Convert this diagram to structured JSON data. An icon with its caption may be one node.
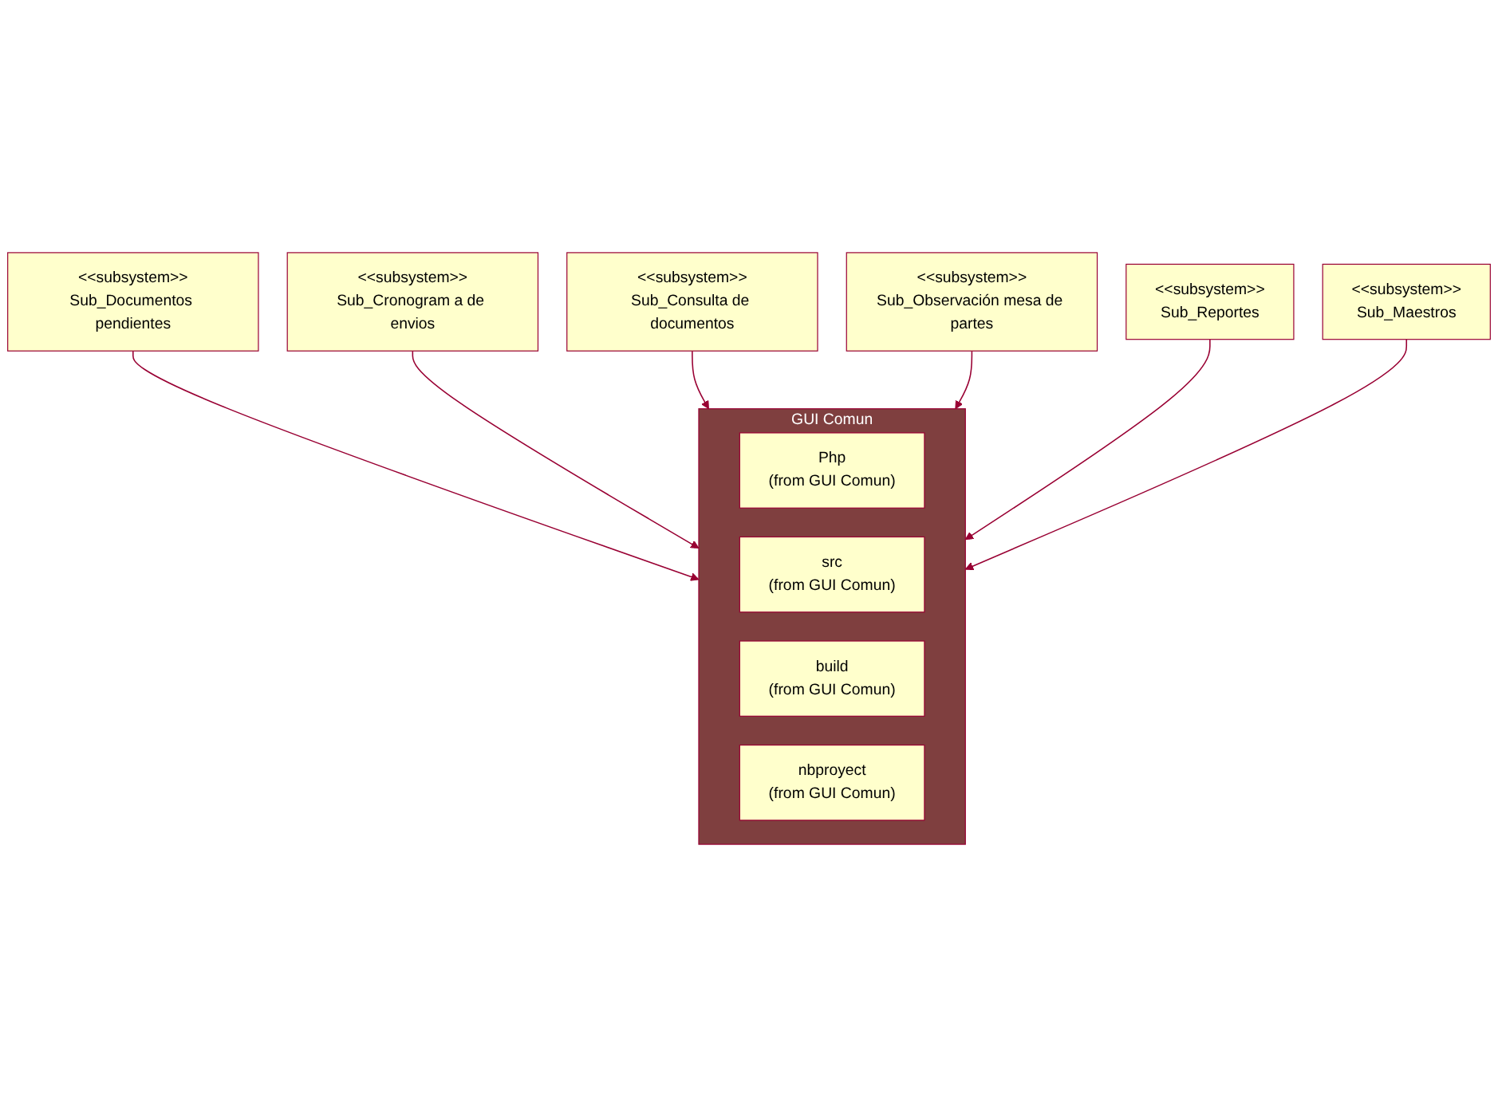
{
  "diagram": {
    "nodes": [
      {
        "text": [
          "<<subsystem>>",
          "Sub_Documentos pendientes"
        ]
      },
      {
        "text": [
          "GUI Comun"
        ]
      },
      {
        "text": [
          "Php",
          "(from GUI Comun)"
        ],
        "in": 1
      },
      {
        "text": [
          "src",
          "(from GUI Comun)"
        ],
        "in": 1
      },
      {
        "text": [
          "build",
          "(from GUI Comun)"
        ],
        "in": 1
      },
      {
        "text": [
          "nbproyect",
          "(from GUI Comun)"
        ],
        "in": 1
      },
      {
        "text": [
          "<<subsystem>>",
          "Sub_Cronogram a de envios"
        ]
      },
      {
        "text": [
          "<<subsystem>>",
          "Sub_Consulta de documentos"
        ]
      },
      {
        "text": [
          "<<subsystem>>",
          "Sub_Observación mesa de partes"
        ]
      },
      {
        "text": [
          "<<subsystem>>",
          "Sub_Reportes"
        ]
      },
      {
        "text": [
          "<<subsystem>>",
          "Sub_Maestros"
        ]
      }
    ],
    "edges": [
      {
        "from": 0,
        "to": 1,
        "arrow": "to"
      },
      {
        "from": 6,
        "to": 1,
        "arrow": "to"
      },
      {
        "from": 7,
        "to": 1,
        "arrow": "to"
      },
      {
        "from": 8,
        "to": 1,
        "arrow": "to"
      },
      {
        "from": 9,
        "to": 1,
        "arrow": "to"
      },
      {
        "from": 10,
        "to": 1,
        "arrow": "to"
      }
    ]
  }
}
